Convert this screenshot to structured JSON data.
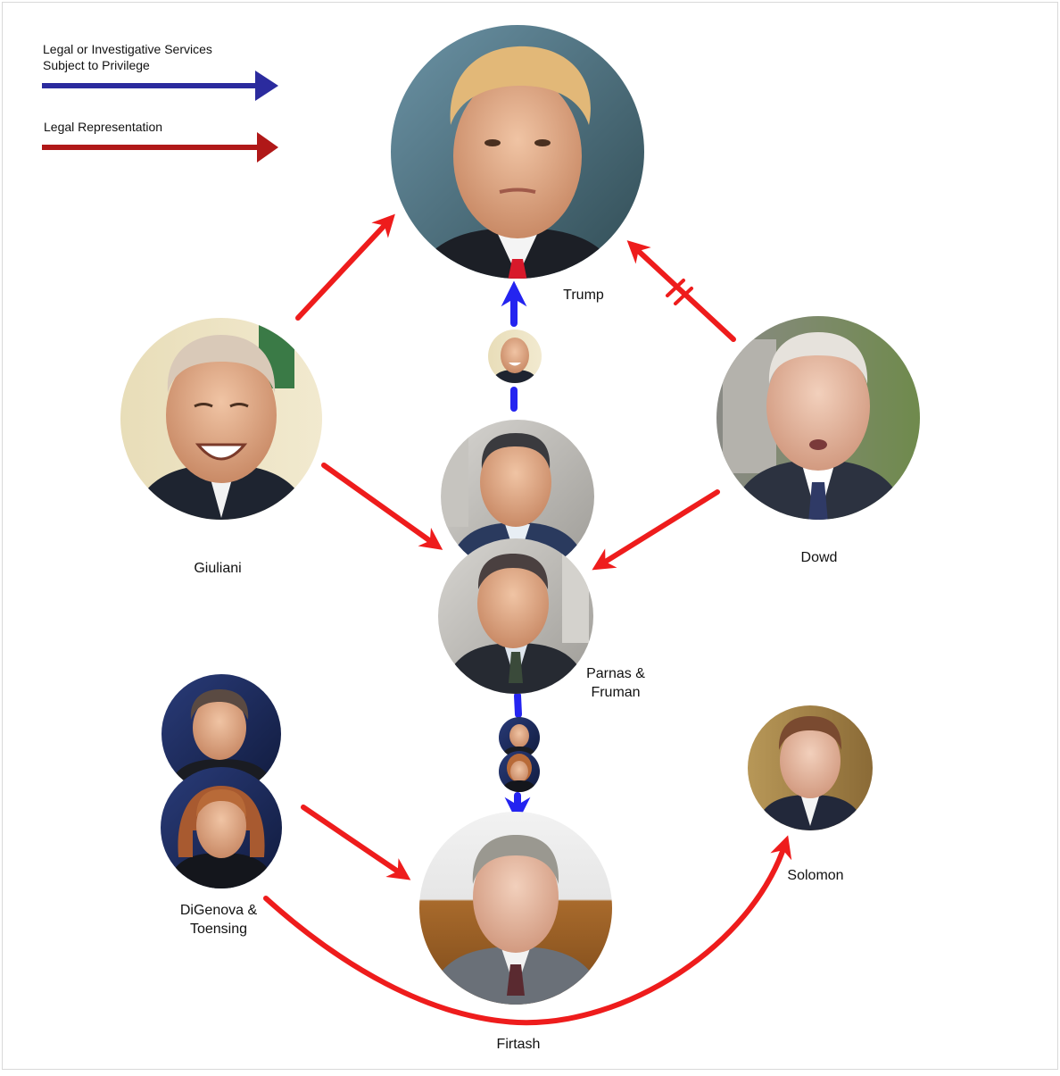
{
  "legend": {
    "privilege": {
      "line1": "Legal or Investigative Services",
      "line2": "Subject to Privilege",
      "color": "#2b2b9e"
    },
    "representation": {
      "label": "Legal Representation",
      "color": "#b01818"
    }
  },
  "colors": {
    "blue_arrow": "#2424f0",
    "red_arrow": "#ee1c1c"
  },
  "nodes": {
    "trump": {
      "label": "Trump"
    },
    "giuliani": {
      "label": "Giuliani"
    },
    "dowd": {
      "label": "Dowd"
    },
    "parnas_fruman": {
      "line1": "Parnas &",
      "line2": "Fruman"
    },
    "digenova_toensing": {
      "line1": "DiGenova &",
      "line2": "Toensing"
    },
    "firtash": {
      "label": "Firtash"
    },
    "solomon": {
      "label": "Solomon"
    }
  }
}
